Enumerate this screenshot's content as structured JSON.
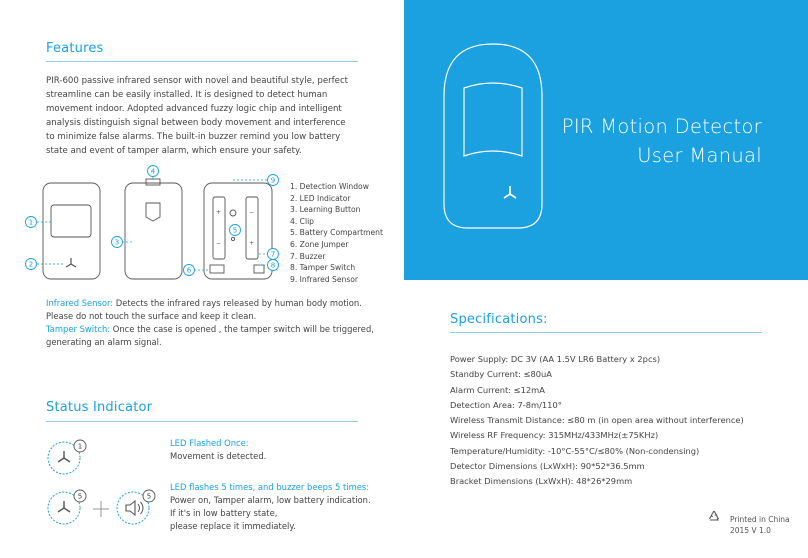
{
  "features": {
    "heading": "Features",
    "lines": [
      "PIR-600 passive infrared sensor with novel and beautiful style, perfect",
      "streamline can be easily installed. It is designed to detect human",
      "movement indoor. Adopted advanced fuzzy logic chip and intelligent",
      "analysis distinguish signal between body movement and interference",
      "to minimize false alarms. The built-in buzzer remind you low battery",
      "state and event of tamper alarm, which ensure your safety."
    ],
    "callouts": [
      "1",
      "2",
      "3",
      "4",
      "5",
      "6",
      "7",
      "8",
      "9"
    ],
    "parts": [
      "1. Detection Window",
      "2. LED Indicator",
      "3. Learning Button",
      "4. Clip",
      "5. Battery Compartment",
      "6. Zone Jumper",
      "7. Buzzer",
      "8. Tamper Switch",
      "9. Infrared Sensor"
    ],
    "infrared_label": "Infrared Sensor:",
    "infrared_text": " Detects the infrared rays released by human body motion.",
    "infrared_text2": "Please do not touch the surface and keep it clean.",
    "tamper_label": "Tamper Switch:",
    "tamper_text": " Once the case is opened , the tamper switch will be triggered,",
    "tamper_text2": "generating an alarm signal."
  },
  "status": {
    "heading": "Status Indicator",
    "badge1": "1",
    "badge5a": "5",
    "badge5b": "5",
    "item1_title": "LED Flashed Once:",
    "item1_text": "Movement is detected.",
    "item2_title": "LED flashes 5 times, and buzzer beeps 5 times:",
    "item2_lines": [
      "Power on, Tamper alarm, low battery indication.",
      "If it's in low battery state,",
      "please replace it immediately."
    ]
  },
  "cover": {
    "title_line1": "PIR Motion Detector",
    "title_line2": "User Manual"
  },
  "specs": {
    "heading": "Specifications:",
    "items": [
      "Power Supply: DC 3V (AA 1.5V LR6 Battery x 2pcs)",
      "Standby Current: ≤80uA",
      "Alarm Current: ≤12mA",
      "Detection Area: 7-8m/110°",
      "Wireless Transmit Distance: ≤80 m (in open area without interference)",
      "Wireless RF Frequency: 315MHz/433MHz(±75KHz)",
      "Temperature/Humidity: -10°C-55°C/≤80% (Non-condensing)",
      "Detector Dimensions (LxWxH): 90*52*36.5mm",
      "Bracket Dimensions (LxWxH): 48*26*29mm"
    ]
  },
  "footer": {
    "printed": "Printed in China",
    "version": "2015 V 1.0"
  },
  "colors": {
    "accent": "#1ba1e0",
    "text": "#444444"
  },
  "icons": [
    "recycle-icon",
    "led-flash-icon",
    "speaker-icon",
    "plus-icon",
    "detector-icon"
  ]
}
